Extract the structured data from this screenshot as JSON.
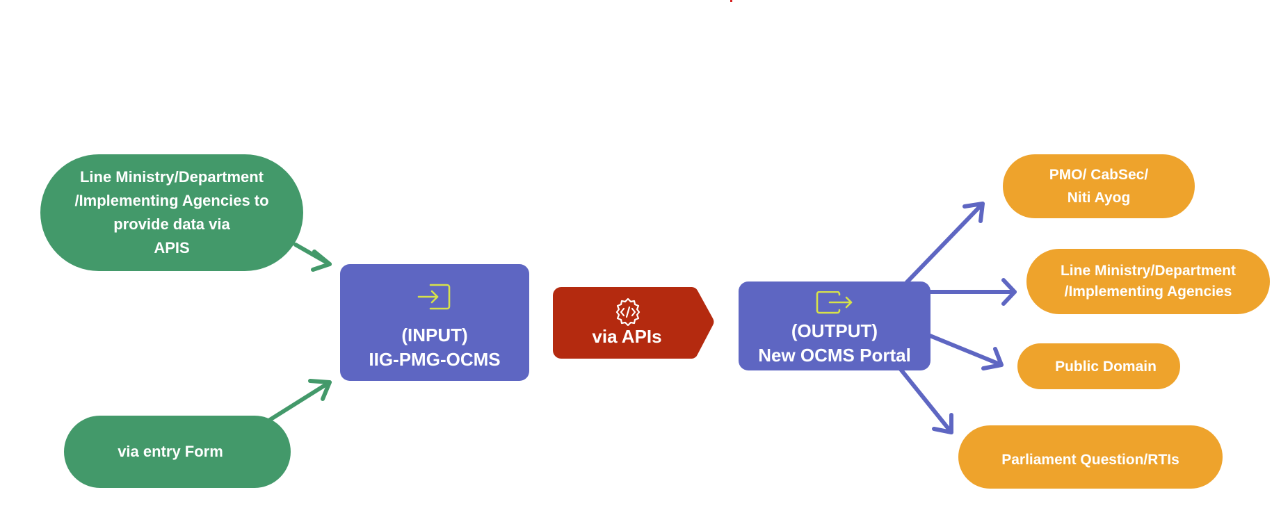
{
  "sources": {
    "apis": {
      "lines": [
        "Line Ministry/Department",
        "/Implementing Agencies to",
        "provide data via",
        "APIS"
      ]
    },
    "form": {
      "label": "via entry Form"
    }
  },
  "input_hub": {
    "line1": "(INPUT)",
    "line2": "IIG-PMG-OCMS",
    "icon": "sign-in-icon"
  },
  "connector": {
    "label": "via APIs",
    "icon": "gear-code-icon"
  },
  "output_hub": {
    "line1": "(OUTPUT)",
    "line2": "New OCMS Portal",
    "icon": "sign-out-icon"
  },
  "destinations": [
    {
      "lines": [
        "PMO/ CabSec/",
        "Niti Ayog"
      ]
    },
    {
      "lines": [
        "Line Ministry/Department",
        "/Implementing Agencies"
      ]
    },
    {
      "lines": [
        "Public Domain"
      ]
    },
    {
      "lines": [
        "Parliament Question/RTIs"
      ]
    }
  ],
  "colors": {
    "source": "#43996a",
    "hub": "#5e66c2",
    "connector": "#b42a0f",
    "destination": "#eea32c",
    "icon": "#d7e24a"
  }
}
